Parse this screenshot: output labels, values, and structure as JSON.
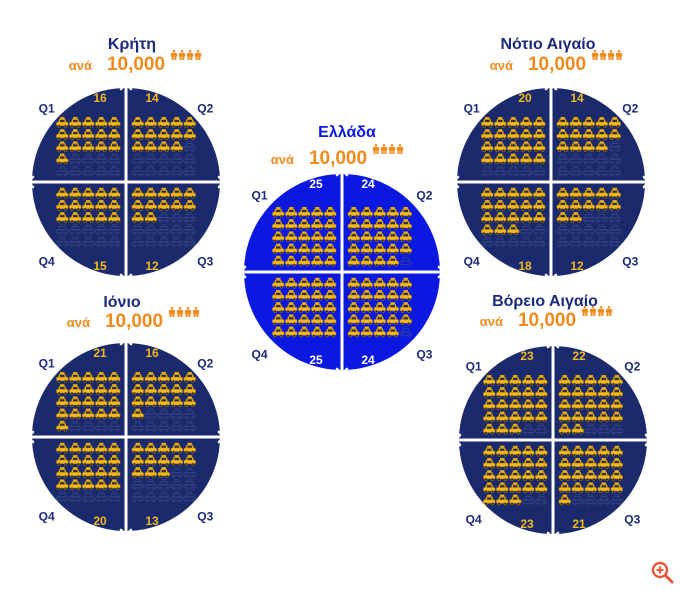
{
  "colors": {
    "dark_circle": "#1a2a6c",
    "bright_circle": "#0a18e0",
    "icon_fill": "#f2b81c",
    "icon_outline": "#3a4a86",
    "people": "#f08a1c",
    "title": "#1b2a7a",
    "greece_title": "#0a18e0",
    "quarter_label": "#1b2a7a",
    "zoom": "#e8573a"
  },
  "per_label": "ανά",
  "per_value": "10,000",
  "icons": {
    "unit": "taxi-icon",
    "people": "people-icon",
    "zoom": "zoom-in-icon"
  },
  "chart_data": [
    {
      "type": "pictogram",
      "title": "Κρήτη",
      "quarters": [
        {
          "label": "Q1",
          "value": 16
        },
        {
          "label": "Q2",
          "value": 14
        },
        {
          "label": "Q3",
          "value": 12
        },
        {
          "label": "Q4",
          "value": 15
        }
      ]
    },
    {
      "type": "pictogram",
      "title": "Νότιο Αιγαίο",
      "quarters": [
        {
          "label": "Q1",
          "value": 20
        },
        {
          "label": "Q2",
          "value": 14
        },
        {
          "label": "Q3",
          "value": 12
        },
        {
          "label": "Q4",
          "value": 18
        }
      ]
    },
    {
      "type": "pictogram",
      "title": "Ελλάδα",
      "quarters": [
        {
          "label": "Q1",
          "value": 25
        },
        {
          "label": "Q2",
          "value": 24
        },
        {
          "label": "Q3",
          "value": 24
        },
        {
          "label": "Q4",
          "value": 25
        }
      ]
    },
    {
      "type": "pictogram",
      "title": "Ιόνιο",
      "quarters": [
        {
          "label": "Q1",
          "value": 21
        },
        {
          "label": "Q2",
          "value": 16
        },
        {
          "label": "Q3",
          "value": 13
        },
        {
          "label": "Q4",
          "value": 20
        }
      ]
    },
    {
      "type": "pictogram",
      "title": "Βόρειο Αιγαίο",
      "quarters": [
        {
          "label": "Q1",
          "value": 23
        },
        {
          "label": "Q2",
          "value": 22
        },
        {
          "label": "Q3",
          "value": 21
        },
        {
          "label": "Q4",
          "value": 23
        }
      ]
    }
  ]
}
